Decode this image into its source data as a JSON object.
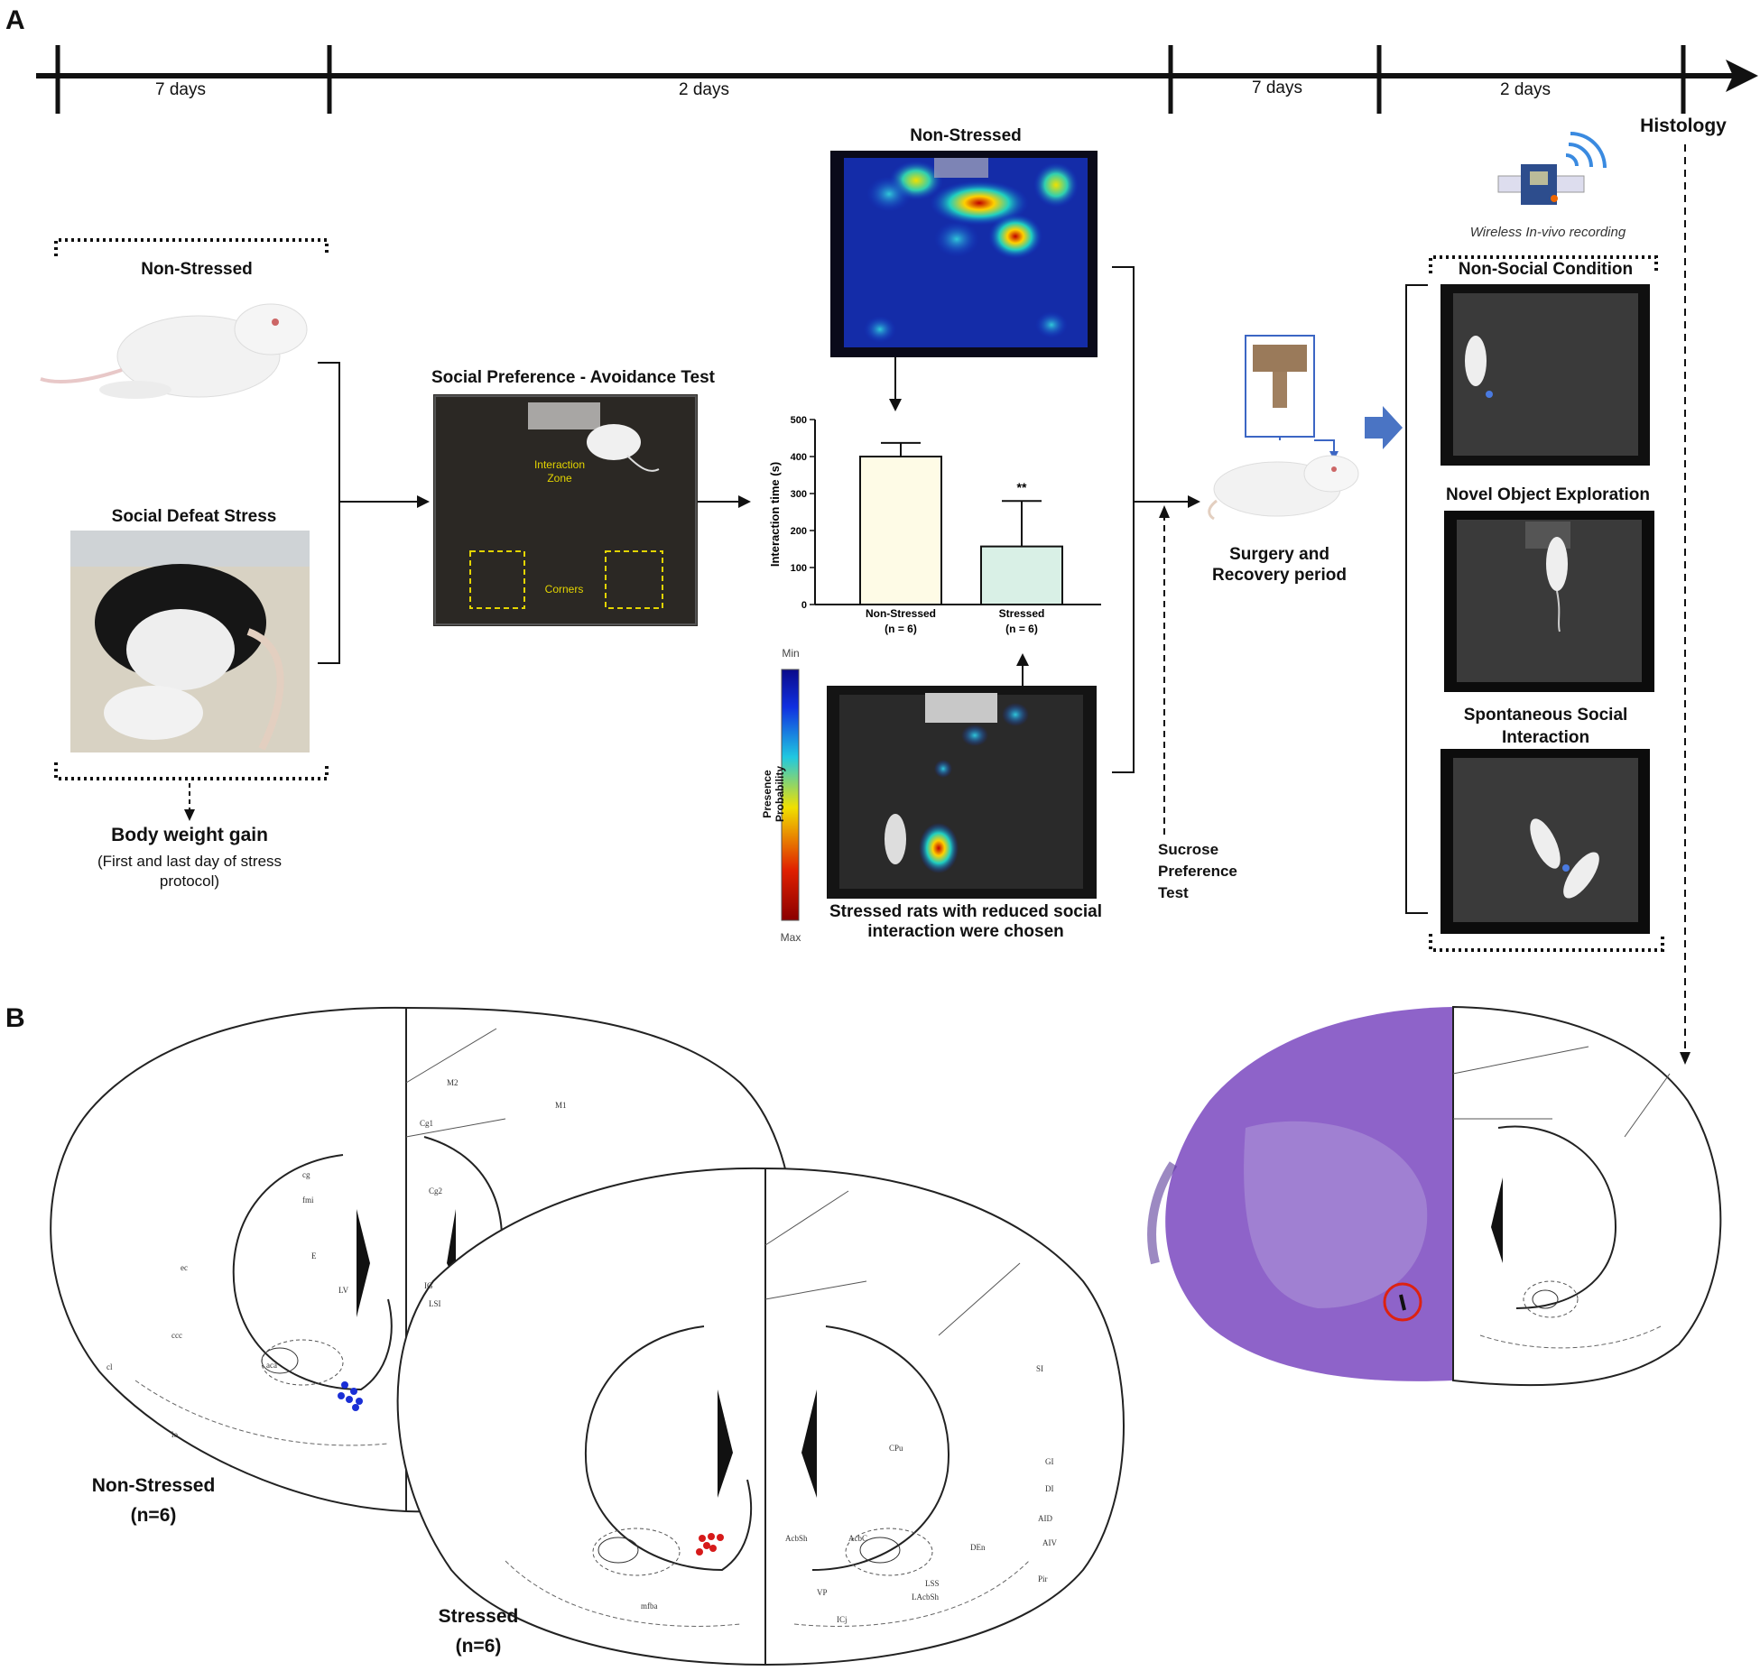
{
  "panels": {
    "a": "A",
    "b": "B"
  },
  "timeline": {
    "segments": [
      "7 days",
      "2 days",
      "7 days",
      "2 days"
    ],
    "end_label": "Histology"
  },
  "left_block": {
    "non_stressed_title": "Non-Stressed",
    "social_defeat_title": "Social Defeat Stress",
    "body_weight_title": "Body weight gain",
    "body_weight_sub": "(First and last day of stress protocol)"
  },
  "spa_test": {
    "title": "Social Preference - Avoidance Test",
    "interaction_zone": "Interaction Zone",
    "corners": "Corners"
  },
  "heatmaps": {
    "top_title": "Non-Stressed",
    "bottom_caption": "Stressed rats with reduced social interaction were chosen",
    "colorbar_min": "Min",
    "colorbar_max": "Max",
    "colorbar_label": "Presence Probability"
  },
  "chart_data": {
    "type": "bar",
    "categories": [
      "Non-Stressed (n = 6)",
      "Stressed (n = 6)"
    ],
    "category_lines": [
      [
        "Non-Stressed",
        "(n = 6)"
      ],
      [
        "Stressed",
        "(n = 6)"
      ]
    ],
    "values": [
      400,
      157
    ],
    "errors": [
      37,
      123
    ],
    "bar_colors": [
      "#fefbe6",
      "#d9f0e6"
    ],
    "ylabel": "Interaction time (s)",
    "ylim": [
      0,
      500
    ],
    "yticks": [
      0,
      100,
      200,
      300,
      400,
      500
    ],
    "annotation": "**"
  },
  "middle": {
    "surgery": "Surgery and Recovery period",
    "sucrose": "Sucrose Preference Test"
  },
  "right_block": {
    "wireless": "Wireless In-vivo recording",
    "cond1": "Non-Social Condition",
    "cond2": "Novel Object Exploration",
    "cond3": "Spontaneous Social Interaction"
  },
  "panel_b": {
    "ns_label": "Non-Stressed",
    "ns_n": "(n=6)",
    "s_label": "Stressed",
    "s_n": "(n=6)",
    "atlas_labels": [
      "M2",
      "M1",
      "Cg1",
      "Cg2",
      "cg",
      "fmi",
      "E",
      "LV",
      "IG",
      "LSI",
      "ec",
      "ccc",
      "cl",
      "lo",
      "aca",
      "AcbC",
      "AcbSh",
      "CPu",
      "SI",
      "GI",
      "DI",
      "AID",
      "AIV",
      "DEn",
      "Pir",
      "VP",
      "ICj",
      "LSS",
      "LAcbSh",
      "mfba"
    ]
  },
  "colors": {
    "ns_dots": "#1a2fd6",
    "s_dots": "#d61a1a",
    "stain": "#8e63c9",
    "bar_ns": "#fefbe6",
    "bar_s": "#d9f0e6"
  }
}
